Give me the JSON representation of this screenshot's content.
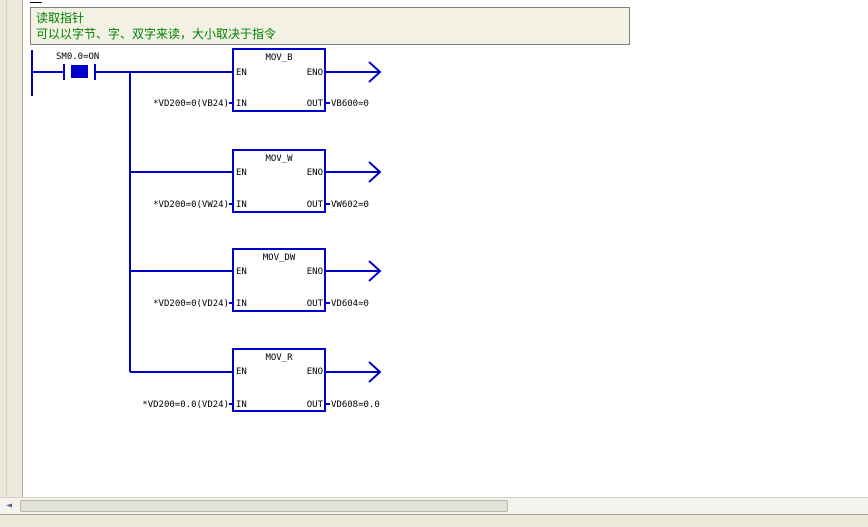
{
  "network": {
    "comment_line1": "读取指针",
    "comment_line2": "可以以字节、字、双字来读，大小取决于指令"
  },
  "contact": {
    "label": "SM0.0=ON"
  },
  "pins": {
    "en": "EN",
    "eno": "ENO",
    "in": "IN",
    "out": "OUT"
  },
  "blocks": [
    {
      "name": "MOV_B",
      "in_value": "*VD200=0(VB24)",
      "out_value": "VB600=0"
    },
    {
      "name": "MOV_W",
      "in_value": "*VD200=0(VW24)",
      "out_value": "VW602=0"
    },
    {
      "name": "MOV_DW",
      "in_value": "*VD200=0(VD24)",
      "out_value": "VD604=0"
    },
    {
      "name": "MOV_R",
      "in_value": "*VD200=0.0(VD24)",
      "out_value": "VD608=0.0"
    }
  ],
  "colors": {
    "wire": "#0000cc",
    "comment_text": "#008000",
    "comment_bg": "#f2f1e4"
  },
  "icons": {
    "scroll_left": "◄"
  }
}
